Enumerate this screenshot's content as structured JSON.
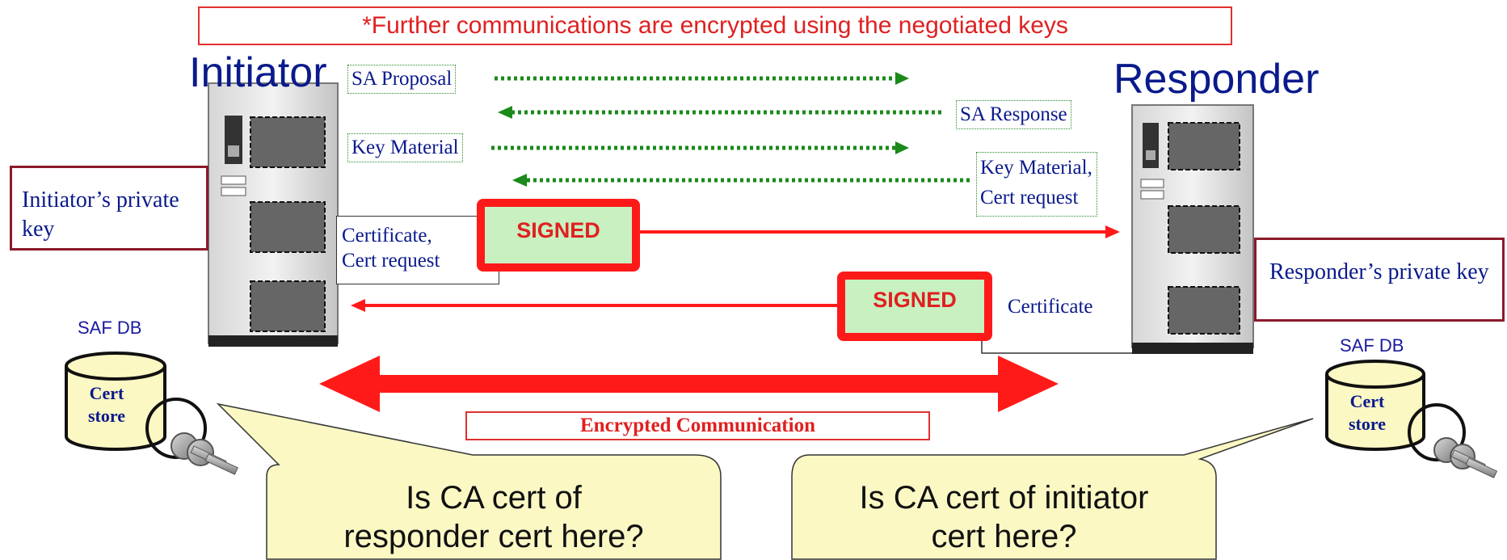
{
  "banner": "*Further communications are encrypted using the negotiated keys",
  "initiator": {
    "title": "Initiator",
    "private_key": "Initiator’s private key",
    "saf_db": "SAF DB",
    "cert_store": "Cert store"
  },
  "responder": {
    "title": "Responder",
    "private_key": "Responder’s private key",
    "saf_db": "SAF DB",
    "cert_store": "Cert store"
  },
  "messages": {
    "sa_proposal": "SA Proposal",
    "sa_response": "SA Response",
    "key_material": "Key Material",
    "key_material_cert_request_line1": "Key Material,",
    "key_material_cert_request_line2": "Cert request",
    "cert_cert_request_line1": "Certificate,",
    "cert_cert_request_line2": "Cert request",
    "certificate": "Certificate",
    "signed": "SIGNED"
  },
  "encrypted_communication": "Encrypted Communication",
  "bubbles": {
    "left_line1": "Is CA cert of",
    "left_line2": "responder cert here?",
    "right_line1": "Is CA cert of initiator",
    "right_line2": "cert here?"
  },
  "colors": {
    "red": "#ff1a1a",
    "green_dotted": "#1a8a1a",
    "navy_text": "#0a1a8c",
    "key_border": "#8b1a2b",
    "signed_fill": "#c8f0c0",
    "bubble_fill": "#fbf8c4"
  }
}
